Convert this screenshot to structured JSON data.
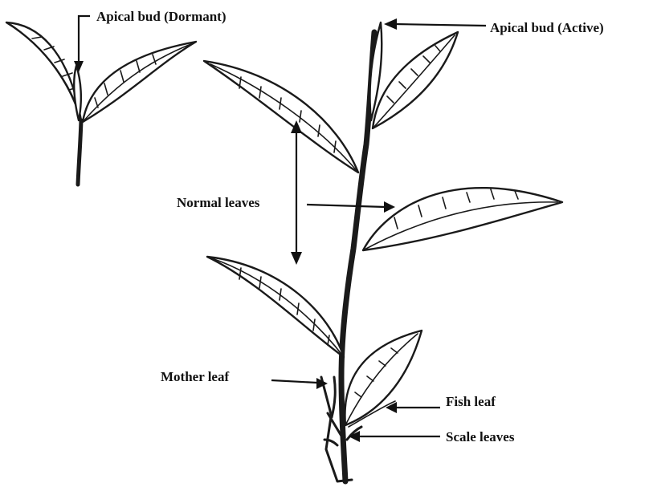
{
  "labels": {
    "apical_bud_dormant": "Apical bud (Dormant)",
    "apical_bud_active": "Apical bud (Active)",
    "normal_leaves": "Normal leaves",
    "mother_leaf": "Mother leaf",
    "fish_leaf": "Fish leaf",
    "scale_leaves": "Scale leaves"
  },
  "colors": {
    "ink": "#1a1a1a",
    "background": "#ffffff"
  }
}
